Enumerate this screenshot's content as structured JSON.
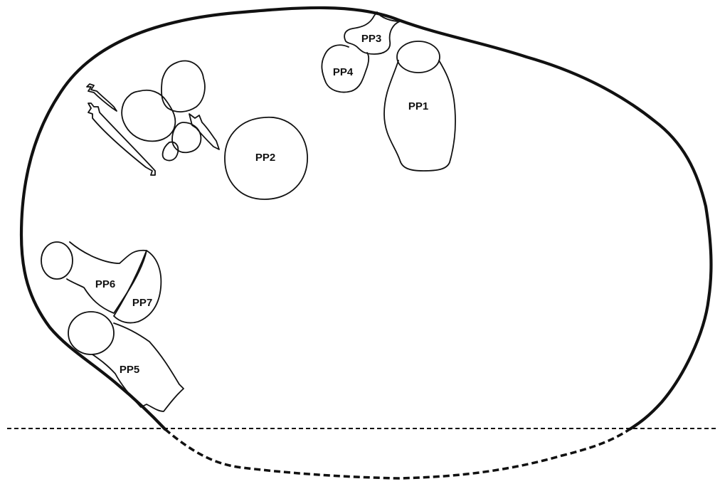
{
  "diagram": {
    "labels": {
      "pp1": "PP1",
      "pp2": "PP2",
      "pp3": "PP3",
      "pp4": "PP4",
      "pp5": "PP5",
      "pp6": "PP6",
      "pp7": "PP7"
    },
    "colors": {
      "ink": "#111111",
      "background": "#ffffff"
    }
  }
}
